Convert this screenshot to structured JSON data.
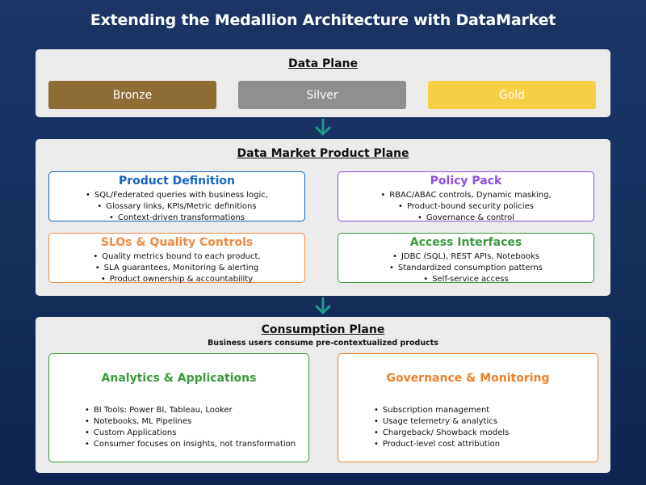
{
  "title": "Extending the Medallion Architecture with DataMarket",
  "data_plane": {
    "title": "Data Plane",
    "tiers": [
      {
        "label": "Bronze",
        "color": "#8e6e35"
      },
      {
        "label": "Silver",
        "color": "#8f8f8f"
      },
      {
        "label": "Gold",
        "color": "#f7cf45"
      }
    ]
  },
  "product_plane": {
    "title": "Data Market Product Plane",
    "boxes": [
      {
        "title": "Product Definition",
        "color": "#1565c0",
        "items": [
          "SQL/Federated queries with business logic,",
          "Glossary links, KPIs/Metric definitions",
          "Context-driven transformations"
        ]
      },
      {
        "title": "Policy Pack",
        "color": "#8d4ee0",
        "items": [
          "RBAC/ABAC controls, Dynamic masking,",
          "Product-bound security policies",
          "Governance & control"
        ]
      },
      {
        "title": "SLOs & Quality Controls",
        "color": "#ef8a42",
        "items": [
          "Quality metrics bound to each product,",
          "SLA guarantees, Monitoring & alerting",
          "Product ownership & accountability"
        ]
      },
      {
        "title": "Access Interfaces",
        "color": "#3d9a40",
        "items": [
          "JDBC (SQL), REST APIs, Notebooks",
          "Standardized consumption patterns",
          "Self-service access"
        ]
      }
    ]
  },
  "consumption_plane": {
    "title": "Consumption Plane",
    "subtitle": "Business users consume pre-contextualized products",
    "boxes": [
      {
        "title": "Analytics & Applications",
        "color": "#3a9a3a",
        "items": [
          "BI Tools: Power BI, Tableau, Looker",
          "Notebooks, ML Pipelines",
          "Custom Applications",
          "Consumer focuses on insights, not transformation"
        ]
      },
      {
        "title": "Governance & Monitoring",
        "color": "#ef7f28",
        "items": [
          "Subscription management",
          "Usage telemetry & analytics",
          "Chargeback/ Showback models",
          "Product-level cost attribution"
        ]
      }
    ]
  },
  "colors": {
    "arrow": "#1f9b8a",
    "background": "#16305e"
  },
  "icons": [
    "down-arrow-icon"
  ]
}
